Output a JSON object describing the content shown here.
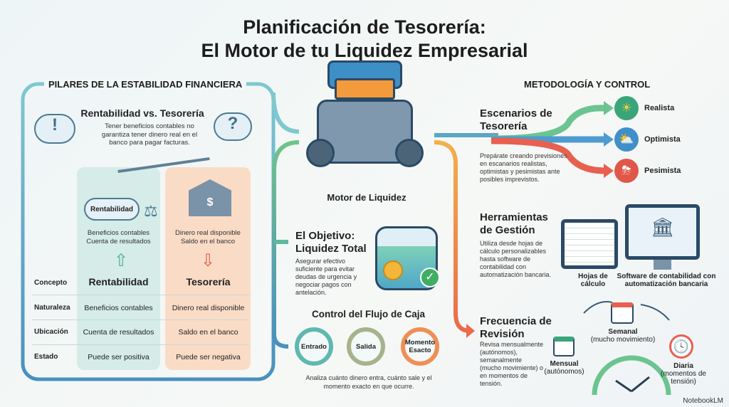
{
  "title": {
    "line1": "Planificación de Tesorería:",
    "line2": "El Motor de tu Liquidez Empresarial"
  },
  "left": {
    "header": "PILARES DE LA ESTABILIDAD FINANCIERA",
    "subtitle": "Rentabilidad vs. Tesorería",
    "description": "Tener beneficios contables no garantiza tener dinero real en el banco para pagar facturas.",
    "cloud_left_icon": "!",
    "cloud_right_icon": "?",
    "cloud_label": "Rentabilidad",
    "rent_lines": [
      "Beneficios contables",
      "Cuenta de resultados"
    ],
    "tes_lines": [
      "Dinero real disponible",
      "Saldo en el banco"
    ],
    "table": {
      "headers": [
        "Concepto",
        "Rentabilidad",
        "Tesorería"
      ],
      "rows": [
        [
          "Naturaleza",
          "Beneficios contables",
          "Dinero real disponible"
        ],
        [
          "Ubicación",
          "Cuenta de resultados",
          "Saldo en el banco"
        ],
        [
          "Estado",
          "Puede ser positiva",
          "Puede ser negativa"
        ]
      ]
    }
  },
  "center": {
    "engine_label": "Motor de Liquidez",
    "objective_title": "El Objetivo: Liquidez Total",
    "objective_desc": "Asegurar efectivo suficiente para evitar deudas de urgencia y negociar pagos con antelación.",
    "flow_title": "Control del Flujo de Caja",
    "flow_steps": [
      "Entrado",
      "Salida",
      "Momento Esacto"
    ],
    "flow_desc": "Analiza cuánto dinero entra, cuánto sale y el momento exacto en que ocurre."
  },
  "right": {
    "header": "METODOLOGÍA Y CONTROL",
    "scenarios": {
      "title": "Escenarios de Tesorería",
      "desc": "Prepárate creando previsiones en escanarios realistas, optimistas y pesimistas ante posibles imprevistos.",
      "items": [
        {
          "label": "Realista",
          "icon": "sun-icon",
          "color": "#3aa57a"
        },
        {
          "label": "Optimista",
          "icon": "cloud-sun-icon",
          "color": "#3f8fc9"
        },
        {
          "label": "Pesimista",
          "icon": "storm-icon",
          "color": "#e0574a"
        }
      ]
    },
    "tools": {
      "title": "Herramientas de Gestión",
      "desc": "Utiliza desde hojas de cálculo personalizables hasta software de contabilidad con automatización bancaria.",
      "labels": [
        "Hojas de cálculo",
        "Software de contabilidad con automatización bancaria"
      ]
    },
    "frequency": {
      "title": "Frecuencia de Revisión",
      "desc": "Revisa mensualmente (autónomos), semanalmente (mucho movimiente) o en momentos de tensión.",
      "items": [
        {
          "label": "Mensual",
          "sub": "(autónomos)"
        },
        {
          "label": "Semanal",
          "sub": "(mucho movimiento)"
        },
        {
          "label": "Diaria",
          "sub": "(momentos de tensión)"
        }
      ]
    }
  },
  "brand": "NotebookLM"
}
